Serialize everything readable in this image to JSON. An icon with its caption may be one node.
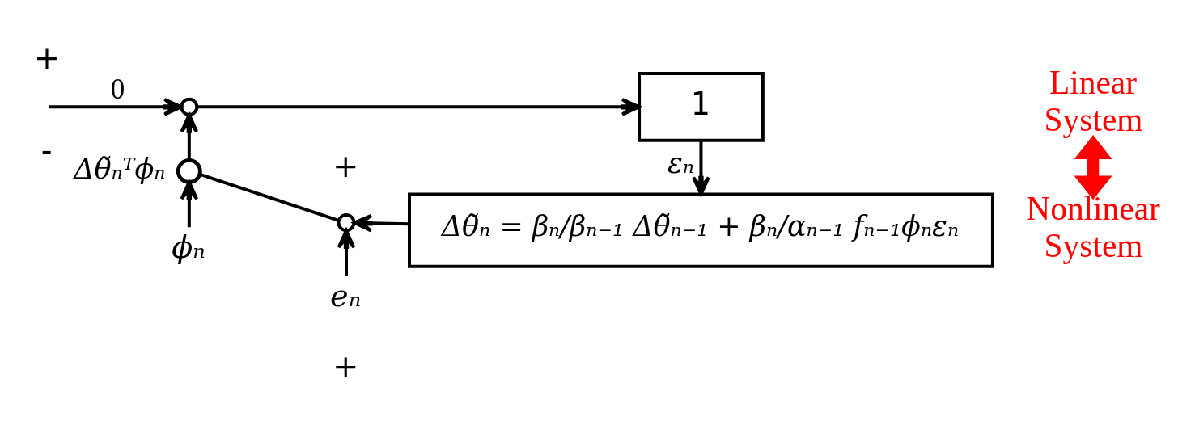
{
  "diagram": {
    "nodes": [
      {
        "text": [],
        "shape": "circle"
      },
      {
        "text": [
          "1"
        ]
      },
      {
        "text": [
          "Linear System"
        ]
      },
      {
        "text": [],
        "shape": "circle"
      },
      {
        "text": [],
        "shape": "circle"
      },
      {
        "text": [
          "Δθ̃ₙ = βₙ/βₙ₋₁ Δθ̃ₙ₋₁ + βₙ/αₙ₋₁ fₙ₋₁ϕₙεₙ"
        ]
      },
      {
        "text": [
          "Nonlinear System"
        ]
      },
      {
        "text": [
          "ϕₙ"
        ]
      },
      {
        "text": [
          "eₙ"
        ]
      }
    ],
    "edges": [
      {
        "from": null,
        "to": 0,
        "arrow": "to",
        "label": "0"
      },
      {
        "from": 0,
        "to": 1,
        "arrow": "to"
      },
      {
        "from": 1,
        "to": 5,
        "arrow": "to",
        "label": "εₙ"
      },
      {
        "from": 5,
        "to": 4,
        "arrow": "to"
      },
      {
        "from": 4,
        "to": 3,
        "arrow": "none"
      },
      {
        "from": 3,
        "to": 0,
        "arrow": "to",
        "label": "Δθ̃ₙᵀϕₙ"
      },
      {
        "from": 7,
        "to": 3,
        "arrow": "to"
      },
      {
        "from": 8,
        "to": 4,
        "arrow": "to"
      },
      {
        "from": 2,
        "to": 6,
        "arrow": "both",
        "style": "thick",
        "color": "#ff0000"
      }
    ],
    "labels": [
      "+",
      "-",
      "+",
      "+"
    ]
  }
}
